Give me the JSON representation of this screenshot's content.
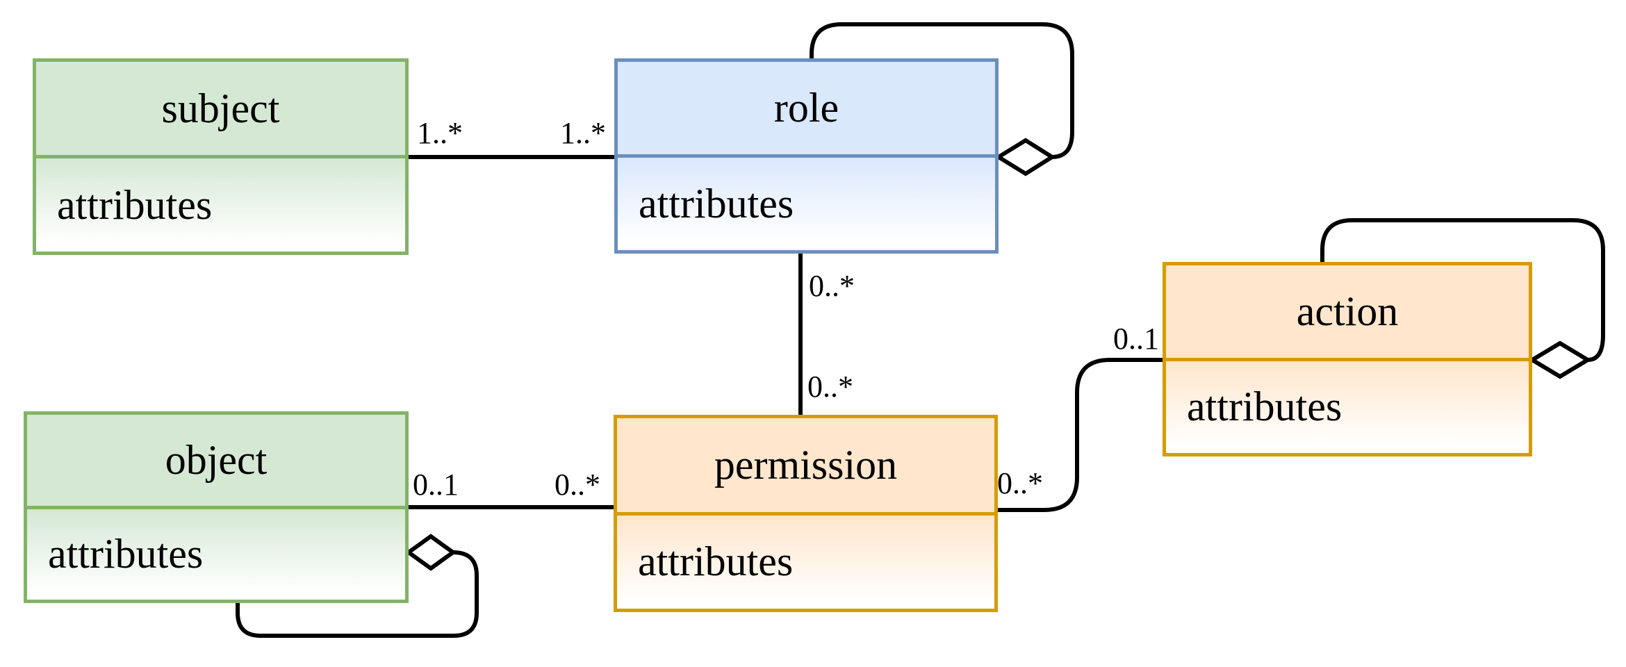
{
  "diagram": {
    "background_color": "#ffffff",
    "line_color": "#000000",
    "diamond_fill": "#ffffff",
    "entities": [
      {
        "id": "subject",
        "title": "subject",
        "attributes_label": "attributes",
        "fill_color": "#d5e8d4",
        "border_color": "#82b366"
      },
      {
        "id": "role",
        "title": "role",
        "attributes_label": "attributes",
        "fill_color": "#dae8fc",
        "border_color": "#6c8ebf"
      },
      {
        "id": "object",
        "title": "object",
        "attributes_label": "attributes",
        "fill_color": "#d5e8d4",
        "border_color": "#82b366"
      },
      {
        "id": "permission",
        "title": "permission",
        "attributes_label": "attributes",
        "fill_color": "#ffe6cc",
        "border_color": "#d79b00"
      },
      {
        "id": "action",
        "title": "action",
        "attributes_label": "attributes",
        "fill_color": "#ffe6cc",
        "border_color": "#d79b00"
      }
    ],
    "relations": [
      {
        "from": "subject",
        "to": "role",
        "type": "association",
        "from_multiplicity": "1..*",
        "to_multiplicity": "1..*"
      },
      {
        "from": "role",
        "to": "permission",
        "type": "association",
        "from_multiplicity": "0..*",
        "to_multiplicity": "0..*"
      },
      {
        "from": "object",
        "to": "permission",
        "type": "association",
        "from_multiplicity": "0..1",
        "to_multiplicity": "0..*"
      },
      {
        "from": "permission",
        "to": "action",
        "type": "association",
        "from_multiplicity": "0..*",
        "to_multiplicity": "0..1"
      },
      {
        "from": "role",
        "to": "role",
        "type": "self-aggregation"
      },
      {
        "from": "action",
        "to": "action",
        "type": "self-aggregation"
      },
      {
        "from": "object",
        "to": "object",
        "type": "self-aggregation"
      }
    ]
  }
}
